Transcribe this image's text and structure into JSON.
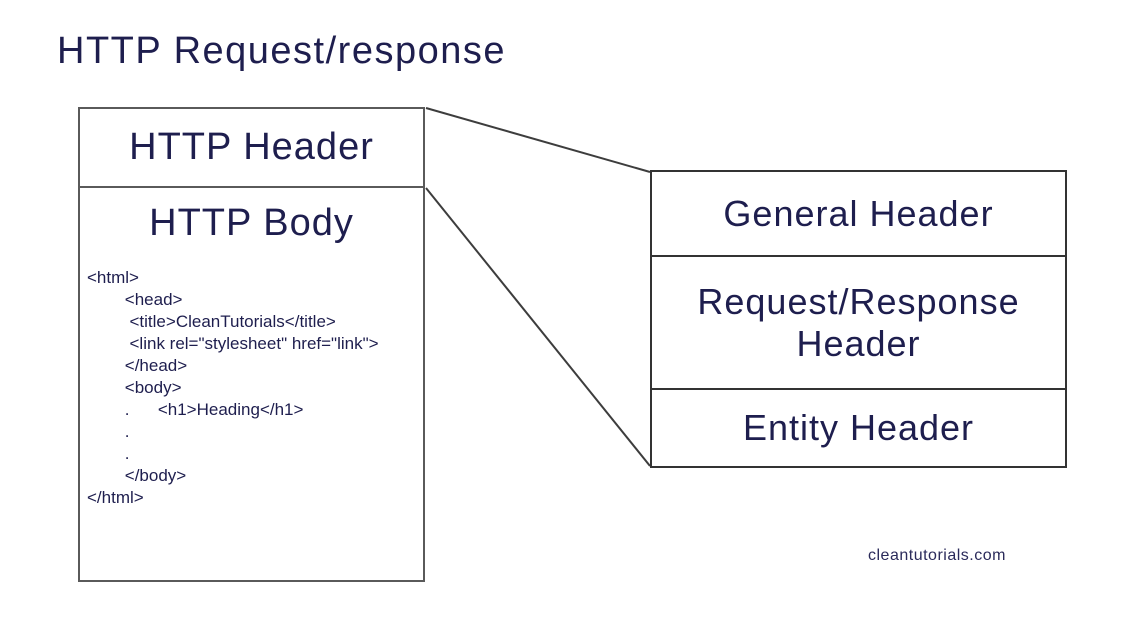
{
  "title": "HTTP Request/response",
  "left_box": {
    "header_label": "HTTP Header",
    "body_label": "HTTP Body",
    "code_lines": [
      "<html>",
      "        <head>",
      "         <title>CleanTutorials</title>",
      "         <link rel=\"stylesheet\" href=\"link\">",
      "        </head>",
      "        <body>",
      "        .      <h1>Heading</h1>",
      "        .",
      "        .",
      "        </body>",
      "</html>"
    ]
  },
  "right_box": {
    "sections": [
      {
        "label": "General Header"
      },
      {
        "label": "Request/Response Header"
      },
      {
        "label": "Entity Header"
      }
    ]
  },
  "watermark": "cleantutorials.com",
  "colors": {
    "text_navy": "#1e1e4e",
    "left_box_border": "#5a5a5a",
    "right_box_border": "#333333",
    "connector_line": "#3d3d3d",
    "background": "#ffffff"
  }
}
